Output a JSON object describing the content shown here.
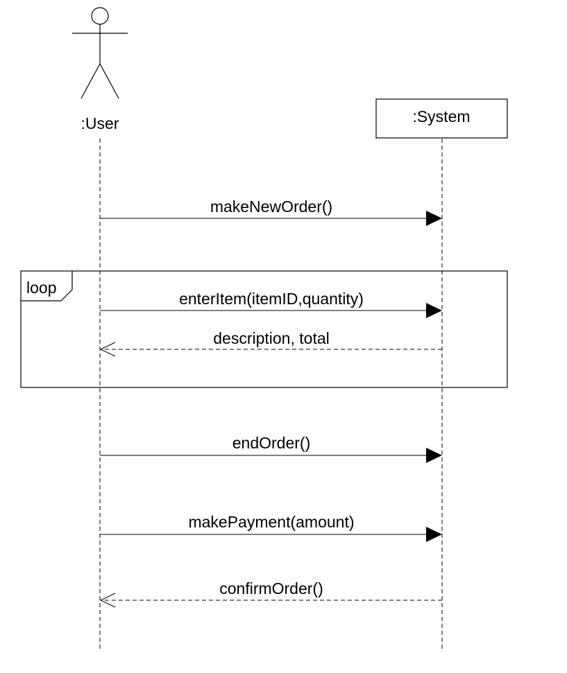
{
  "participants": {
    "user": {
      "label": ":User"
    },
    "system": {
      "label": ":System"
    }
  },
  "fragment": {
    "operator": "loop"
  },
  "messages": [
    {
      "label": "makeNewOrder()",
      "from": "user",
      "to": "system",
      "kind": "sync"
    },
    {
      "label": "enterItem(itemID,quantity)",
      "from": "user",
      "to": "system",
      "kind": "sync"
    },
    {
      "label": "description, total",
      "from": "system",
      "to": "user",
      "kind": "return"
    },
    {
      "label": "endOrder()",
      "from": "user",
      "to": "system",
      "kind": "sync"
    },
    {
      "label": "makePayment(amount)",
      "from": "user",
      "to": "system",
      "kind": "sync"
    },
    {
      "label": "confirmOrder()",
      "from": "system",
      "to": "user",
      "kind": "return"
    }
  ]
}
